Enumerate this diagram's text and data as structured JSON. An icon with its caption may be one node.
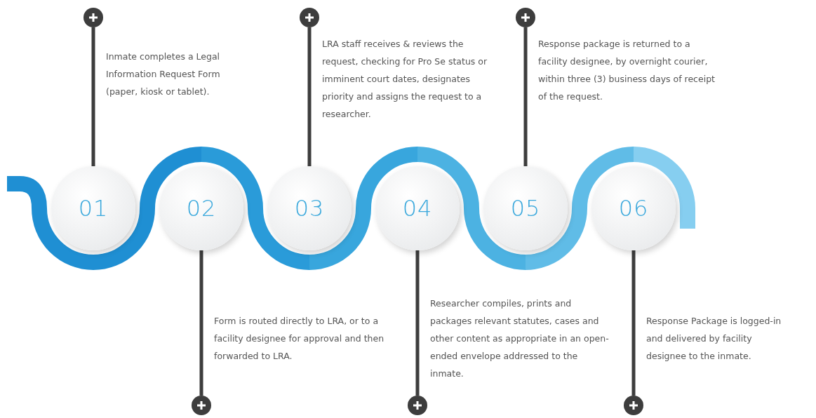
{
  "diagram": {
    "nodes": [
      {
        "text": [
          "01"
        ]
      },
      {
        "text": [
          "02"
        ]
      },
      {
        "text": [
          "03"
        ]
      },
      {
        "text": [
          "04"
        ]
      },
      {
        "text": [
          "05"
        ]
      },
      {
        "text": [
          "06"
        ]
      },
      {
        "text": [],
        "shape": "circle"
      },
      {
        "text": [],
        "shape": "circle"
      },
      {
        "text": [],
        "shape": "circle"
      },
      {
        "text": [],
        "shape": "circle"
      },
      {
        "text": [],
        "shape": "circle"
      },
      {
        "text": [],
        "shape": "circle"
      }
    ],
    "edges": [
      {
        "from": 0,
        "to": 1,
        "arrow": "none",
        "style": "thick",
        "color": "#1f8fd3"
      },
      {
        "from": 1,
        "to": 2,
        "arrow": "none",
        "style": "thick",
        "color": "#2a9bd9"
      },
      {
        "from": 2,
        "to": 3,
        "arrow": "none",
        "style": "thick",
        "color": "#38a6dd"
      },
      {
        "from": 3,
        "to": 4,
        "arrow": "none",
        "style": "thick",
        "color": "#4cb2e2"
      },
      {
        "from": 4,
        "to": 5,
        "arrow": "none",
        "style": "thick",
        "color": "#60bce7"
      },
      {
        "from": 0,
        "to": 6,
        "arrow": "none"
      },
      {
        "from": 1,
        "to": 7,
        "arrow": "none"
      },
      {
        "from": 2,
        "to": 8,
        "arrow": "none"
      },
      {
        "from": 3,
        "to": 9,
        "arrow": "none"
      },
      {
        "from": 4,
        "to": 10,
        "arrow": "none"
      },
      {
        "from": 5,
        "to": 11,
        "arrow": "none"
      }
    ],
    "labels": [
      "Inmate completes a Legal Information Request Form (paper, kiosk or tablet).",
      "Form is routed directly to LRA, or to a facility designee for approval and then forwarded to LRA.",
      "LRA staff receives & reviews the request, checking for Pro Se status or imminent court dates, designates priority and assigns the request to a researcher.",
      "Researcher compiles, prints and packages relevant statutes, cases and other content as appropriate in an open-ended envelope addressed to the inmate.",
      "Response package is returned to a facility designee, by overnight courier, within three (3) business days of receipt of the request.",
      "Response Package is logged-in and delivered by facility designee to the inmate."
    ]
  }
}
